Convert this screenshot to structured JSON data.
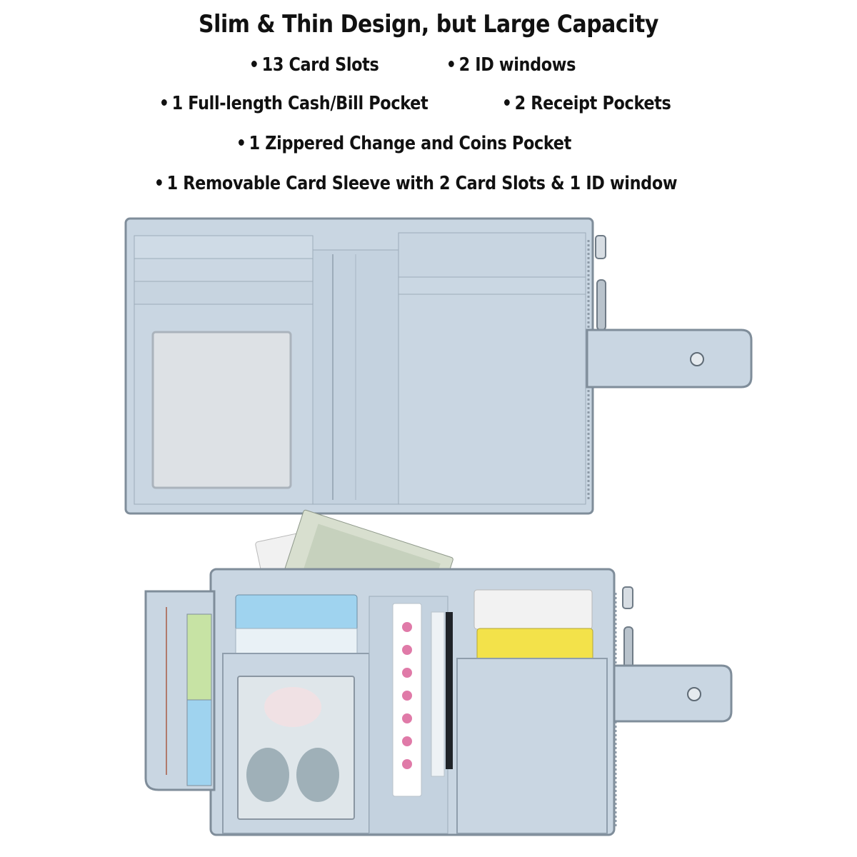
{
  "headline": "Slim & Thin Design, but Large Capacity",
  "features": [
    "13 Card Slots",
    "2 ID windows",
    "1 Full-length Cash/Bill Pocket",
    "2 Receipt Pockets",
    "1 Zippered Change and Coins Pocket",
    "1 Removable Card Sleeve with 2 Card Slots & 1 ID window"
  ],
  "colors": {
    "leather": "#c9d6e2",
    "leather_dark": "#aebdcb",
    "edge": "#7f8d9a",
    "id_window": "#d9dde1",
    "card_blue": "#9fd3ef",
    "card_yellow": "#f3e24a",
    "card_green": "#d9efe5"
  }
}
